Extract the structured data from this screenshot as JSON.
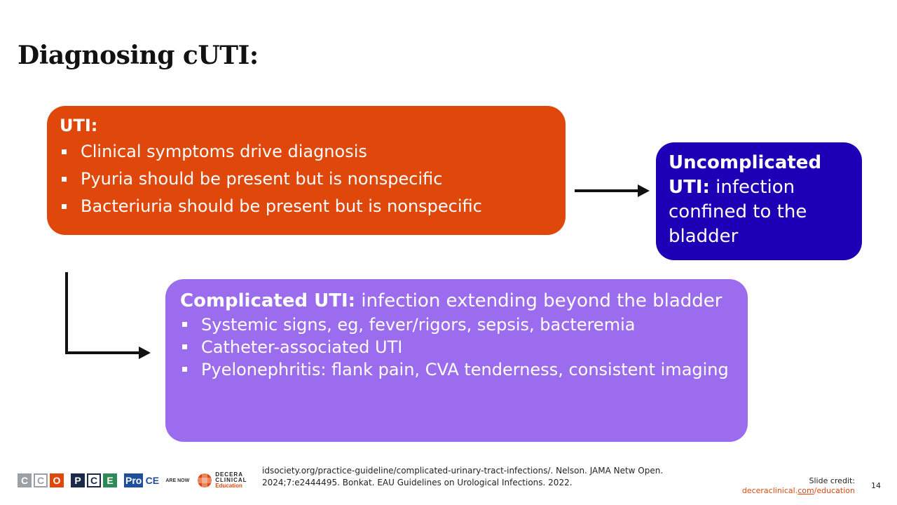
{
  "slide": {
    "title": "Diagnosing cUTI:",
    "page_number": "14"
  },
  "uti_box": {
    "heading": "UTI:",
    "bullets": [
      "Clinical symptoms drive diagnosis",
      "Pyuria should be present but is nonspecific",
      "Bacteriuria should be present but is nonspecific"
    ],
    "color": "#e0470b"
  },
  "uncomplicated_box": {
    "term": "Uncomplicated UTI:",
    "definition": " infection confined to the bladder",
    "color": "#1d00b5"
  },
  "complicated_box": {
    "term": "Complicated UTI:",
    "definition": " infection extending beyond the bladder",
    "bullets": [
      "Systemic signs, eg, fever/rigors, sepsis, bacteremia",
      "Catheter-associated UTI",
      "Pyelonephritis: flank pain, CVA tenderness, consistent imaging"
    ],
    "color": "#9c6cee"
  },
  "footer": {
    "logos": {
      "cco": [
        "C",
        "C",
        "O"
      ],
      "pce": [
        "P",
        "C",
        "E"
      ],
      "proce_pro": "Pro",
      "proce_ce": "CE",
      "are_now": "ARE NOW",
      "decera_line1": "DECERA",
      "decera_line2": "CLINICAL",
      "decera_line3": "Education"
    },
    "references": "idsociety.org/practice-guideline/complicated-urinary-tract-infections/. Nelson. JAMA Netw Open. 2024;7:e2444495. Bonkat. EAU Guidelines on Urological Infections. 2022.",
    "credit_label": "Slide credit:",
    "credit_link_pre": "deceraclinical.",
    "credit_link_mid": "com",
    "credit_link_post": "/education"
  }
}
